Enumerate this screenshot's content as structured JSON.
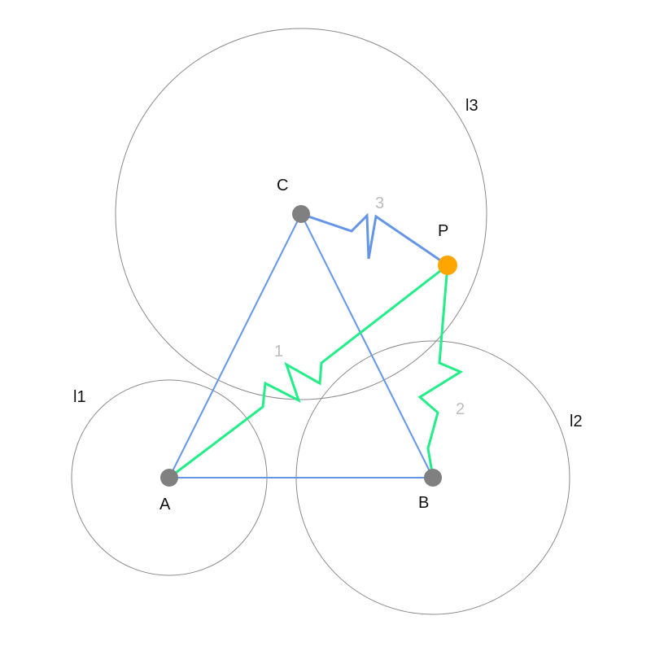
{
  "colors": {
    "circle": "#8a8a8a",
    "triangle": "#6495e6",
    "spring_green": "#22ee88",
    "spring_blue": "#6495e6",
    "vertex_point": "#808080",
    "free_point": "#ffa500",
    "label_text": "#111111",
    "spring_label_text": "#bdbdbd"
  },
  "points": {
    "a": "A",
    "b": "B",
    "c": "C",
    "p": "P"
  },
  "circles": {
    "l1": "l1",
    "l2": "l2",
    "l3": "l3"
  },
  "springs": {
    "s1": "1",
    "s2": "2",
    "s3": "3"
  }
}
